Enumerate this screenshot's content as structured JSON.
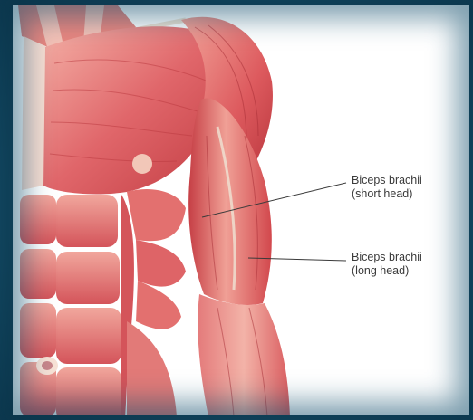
{
  "labels": {
    "short_head": {
      "line1": "Biceps brachii",
      "line2": "(short head)"
    },
    "long_head": {
      "line1": "Biceps brachii",
      "line2": "(long head)"
    }
  },
  "colors": {
    "muscle": "#d9474a",
    "muscle_light": "#f29a92",
    "muscle_dark": "#a52c33",
    "tendon": "#efe3d4",
    "frame": "#1a5a78",
    "background": "#ffffff"
  }
}
